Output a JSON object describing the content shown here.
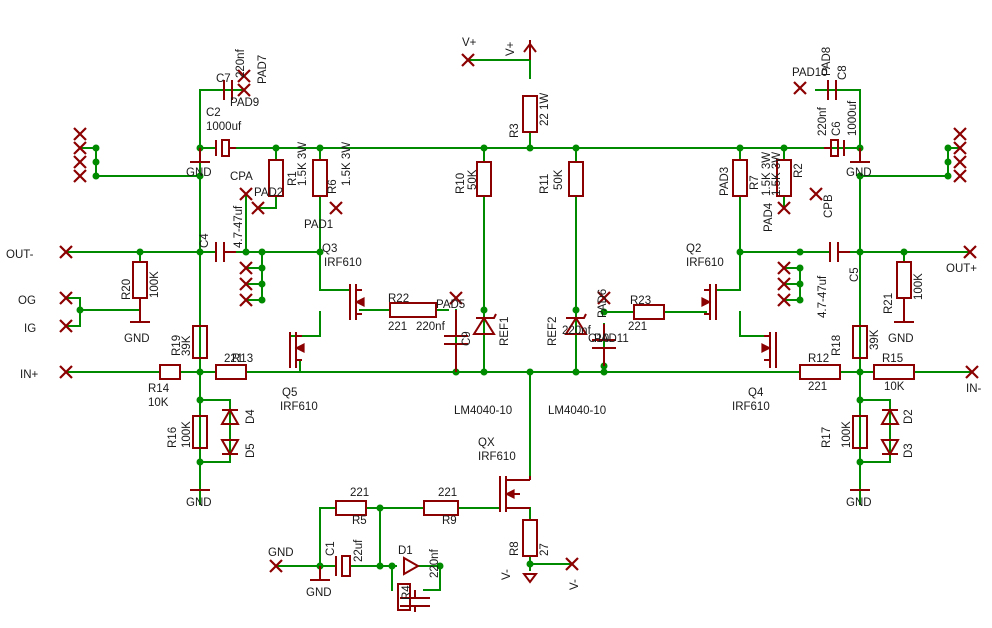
{
  "supply": {
    "vplus_net": "V+",
    "vplus_sym": "V+",
    "vminus_net": "V-",
    "vminus_sym": "V-"
  },
  "ports": {
    "out_minus": "OUT-",
    "out_plus": "OUT+",
    "og": "OG",
    "ig": "IG",
    "in_plus": "IN+",
    "in_minus": "IN-"
  },
  "gnd_label": "GND",
  "parts": {
    "C2": {
      "name": "C2",
      "value": "1000uf"
    },
    "C7": {
      "name": "C7",
      "value": "220nf"
    },
    "C8": {
      "name": "C8",
      "value": "220nf"
    },
    "C6": {
      "name": "C6",
      "value": "1000uf"
    },
    "pad7": "PAD7",
    "pad9": "PAD9",
    "pad8": "PAD8",
    "pad10": "PAD10",
    "R3": {
      "name": "R3",
      "value": "22 1W"
    },
    "R1": {
      "name": "R1",
      "value": "1.5K 3W"
    },
    "R6": {
      "name": "R6",
      "value": "1.5K 3W"
    },
    "R7": {
      "name": "R7",
      "value": "1.5K 3W"
    },
    "R2": {
      "name": "R2",
      "value": "1.5K 3W"
    },
    "R10": {
      "name": "R10",
      "value": "50K"
    },
    "R11": {
      "name": "R11",
      "value": "50K"
    },
    "cpa": "CPA",
    "cpb": "CPB",
    "pad1": "PAD1",
    "pad2": "PAD2",
    "pad3": "PAD3",
    "pad4": "PAD4",
    "C4": {
      "name": "C4",
      "value": "4.7-47uf"
    },
    "C5": {
      "name": "C5",
      "value": "4.7-47uf"
    },
    "Q3": {
      "name": "Q3",
      "value": "IRF610"
    },
    "Q2": {
      "name": "Q2",
      "value": "IRF610"
    },
    "Q5": {
      "name": "Q5",
      "value": "IRF610"
    },
    "Q4": {
      "name": "Q4",
      "value": "IRF610"
    },
    "QX": {
      "name": "QX",
      "value": "IRF610"
    },
    "R20": {
      "name": "R20",
      "value": "100K"
    },
    "R21": {
      "name": "R21",
      "value": "100K"
    },
    "R22": {
      "name": "R22",
      "value": "221"
    },
    "R23": {
      "name": "R23",
      "value": "221"
    },
    "C9": {
      "name": "C9",
      "value": "220nf"
    },
    "C10": {
      "name": "C10",
      "value": "220nf"
    },
    "pad5": "PAD5",
    "pad6": "PAD6",
    "pad11": "PAD11",
    "REF1": "REF1",
    "REF2": "REF2",
    "lm1": "LM4040-10",
    "lm2": "LM4040-10",
    "R19": {
      "name": "R19",
      "value": "39K"
    },
    "R18": {
      "name": "R18",
      "value": "39K"
    },
    "R13": {
      "name": "R13",
      "value": "221"
    },
    "R12": {
      "name": "R12",
      "value": "221"
    },
    "R14": {
      "name": "R14",
      "value": "10K"
    },
    "R15": {
      "name": "R15",
      "value": "10K"
    },
    "R16": {
      "name": "R16",
      "value": "100K"
    },
    "R17": {
      "name": "R17",
      "value": "100K"
    },
    "D4": "D4",
    "D5": "D5",
    "D2": "D2",
    "D3": "D3",
    "R5": {
      "name": "R5",
      "value": "221"
    },
    "R9": {
      "name": "R9",
      "value": "221"
    },
    "R8": {
      "name": "R8",
      "value": "27"
    },
    "C1": {
      "name": "C1",
      "value": "22uf"
    },
    "C3": {
      "name": "C3",
      "value": "220nf"
    },
    "D1": "D1",
    "R4": "R4",
    "gnd_port": "GND"
  }
}
